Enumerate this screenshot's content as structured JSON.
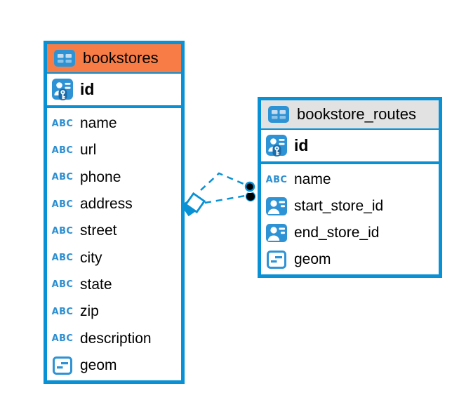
{
  "colors": {
    "accent_blue": "#0991D5",
    "icon_blue": "#2E93D5",
    "abc_blue": "#2E8FD0",
    "bookstores_header": "#F87C45",
    "bookstore_routes_header": "#E2E2E2",
    "text": "#000000",
    "background": "#FFFFFF"
  },
  "tables": [
    {
      "name": "bookstores",
      "header_color": "#F87C45",
      "primary_key": {
        "name": "id",
        "icon": "primary-key-icon"
      },
      "columns": [
        {
          "name": "name",
          "icon": "text-icon"
        },
        {
          "name": "url",
          "icon": "text-icon"
        },
        {
          "name": "phone",
          "icon": "text-icon"
        },
        {
          "name": "address",
          "icon": "text-icon"
        },
        {
          "name": "street",
          "icon": "text-icon"
        },
        {
          "name": "city",
          "icon": "text-icon"
        },
        {
          "name": "state",
          "icon": "text-icon"
        },
        {
          "name": "zip",
          "icon": "text-icon"
        },
        {
          "name": "description",
          "icon": "text-icon"
        },
        {
          "name": "geom",
          "icon": "geometry-icon"
        }
      ]
    },
    {
      "name": "bookstore_routes",
      "header_color": "#E2E2E2",
      "primary_key": {
        "name": "id",
        "icon": "primary-key-icon"
      },
      "columns": [
        {
          "name": "name",
          "icon": "text-icon"
        },
        {
          "name": "start_store_id",
          "icon": "foreign-key-icon"
        },
        {
          "name": "end_store_id",
          "icon": "foreign-key-icon"
        },
        {
          "name": "geom",
          "icon": "geometry-icon"
        }
      ]
    }
  ],
  "relationship": {
    "from_table": "bookstores",
    "to_table": "bookstore_routes",
    "line_style": "dashed",
    "line_count": 2,
    "source_marker": "diamond",
    "target_marker": "dot"
  }
}
